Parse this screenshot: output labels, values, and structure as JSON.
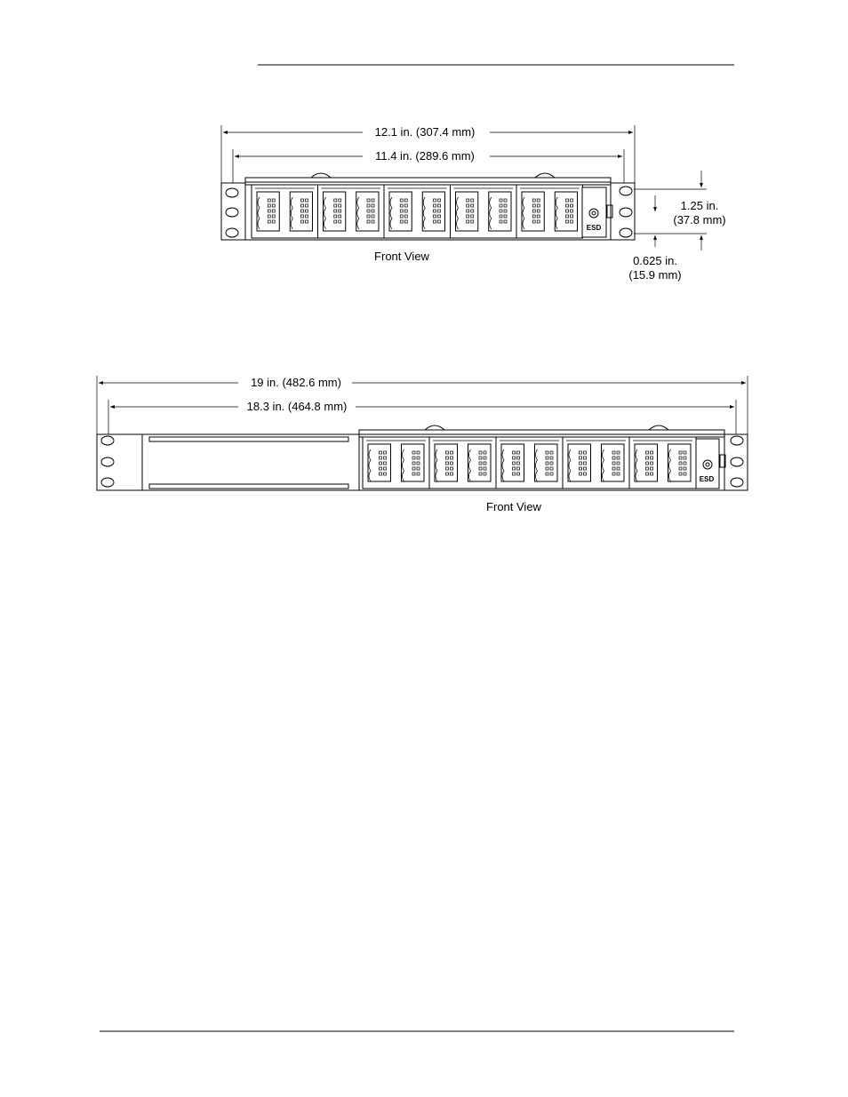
{
  "figure_top": {
    "overall_width": "12.1 in. (307.4 mm)",
    "hole_span": "11.4 in. (289.6 mm)",
    "hole_pitch_line1": "1.25 in.",
    "hole_pitch_line2": "(37.8 mm)",
    "edge_offset_line1": "0.625 in.",
    "edge_offset_line2": "(15.9 mm)",
    "caption": "Front View",
    "esd_label": "ESD"
  },
  "figure_bottom": {
    "overall_width": "19 in. (482.6 mm)",
    "hole_span": "18.3 in. (464.8 mm)",
    "caption": "Front View",
    "esd_label": "ESD"
  }
}
